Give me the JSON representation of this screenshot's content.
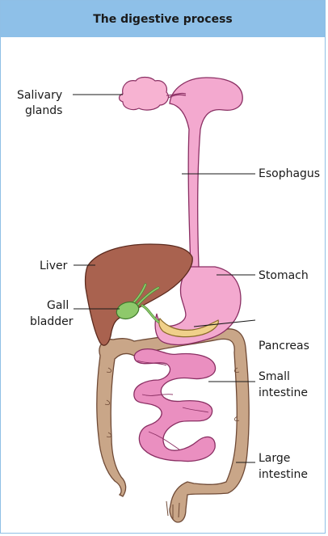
{
  "title": "The digestive process",
  "labels": {
    "salivary": [
      "Salivary",
      "glands"
    ],
    "esophagus": "Esophagus",
    "liver": "Liver",
    "stomach": "Stomach",
    "gall": [
      "Gall",
      "bladder"
    ],
    "pancreas": "Pancreas",
    "small": [
      "Small",
      "intestine"
    ],
    "large": [
      "Large",
      "intestine"
    ]
  },
  "colors": {
    "header": "#8ec0e8",
    "border": "#8fbfe6",
    "digestive_pink": "#f3a9cf",
    "liver": "#a9624f",
    "gallbladder": "#8ec96b",
    "pancreas": "#f0d08a",
    "large_intestine": "#c9a688"
  }
}
